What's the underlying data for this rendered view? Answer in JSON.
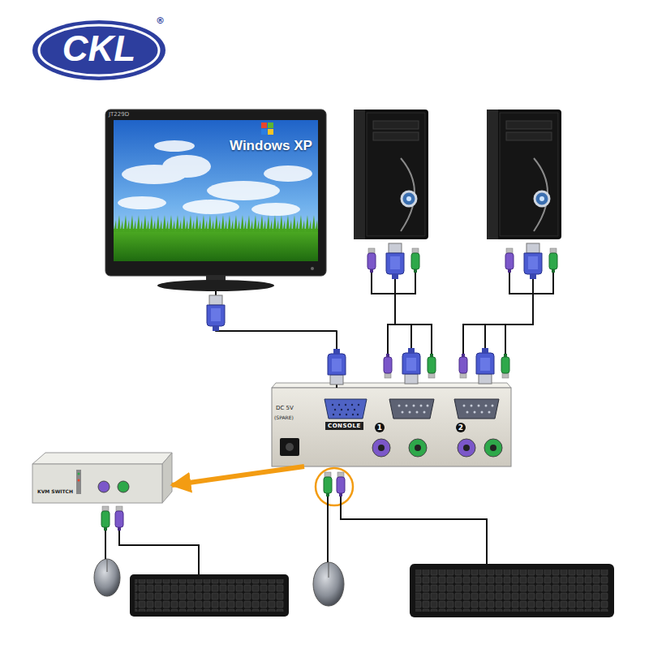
{
  "diagram": {
    "nodes": [
      {
        "text": [
          "Windows XP"
        ]
      },
      {
        "text": [
          "CONSOLE"
        ]
      },
      {
        "text": [
          "KVM SWITCH"
        ]
      }
    ],
    "edges": [
      {
        "from": 0,
        "to": 1,
        "arrow": "none"
      },
      {
        "from": 1,
        "to": 2,
        "arrow": "to"
      }
    ],
    "labels": [
      "CKL",
      "®",
      "JT229D",
      "DC 5V",
      "(SPARE)",
      "1",
      "2"
    ]
  }
}
